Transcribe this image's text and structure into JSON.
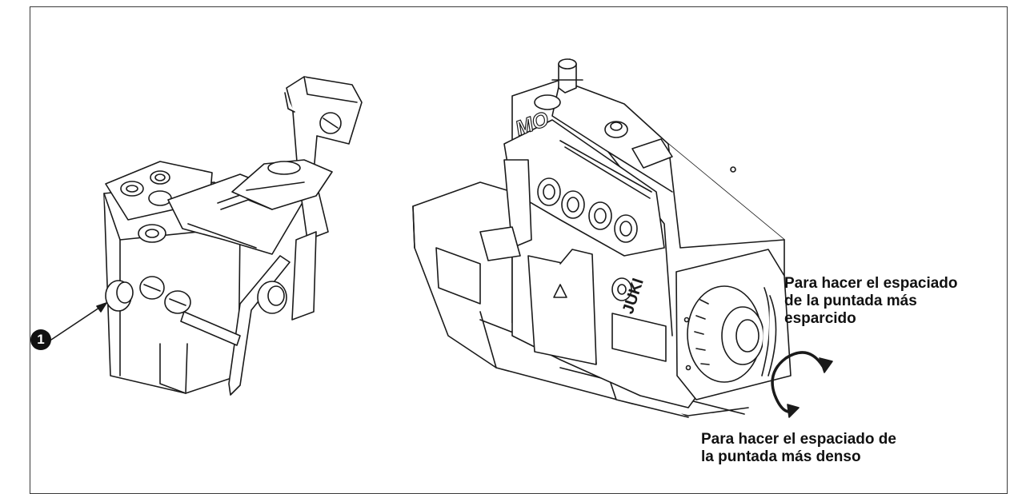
{
  "callout": {
    "number": "1"
  },
  "brand": {
    "logo_text": "JUKI",
    "model_badge": "MO"
  },
  "captions": {
    "sparser": [
      "Para hacer el espaciado",
      "de la puntada más",
      "esparcido"
    ],
    "denser": [
      "Para hacer el espaciado de",
      "la puntada más denso"
    ]
  },
  "colors": {
    "line": "#1a1a1a",
    "frame": "#3a3a3a",
    "text": "#111111"
  }
}
